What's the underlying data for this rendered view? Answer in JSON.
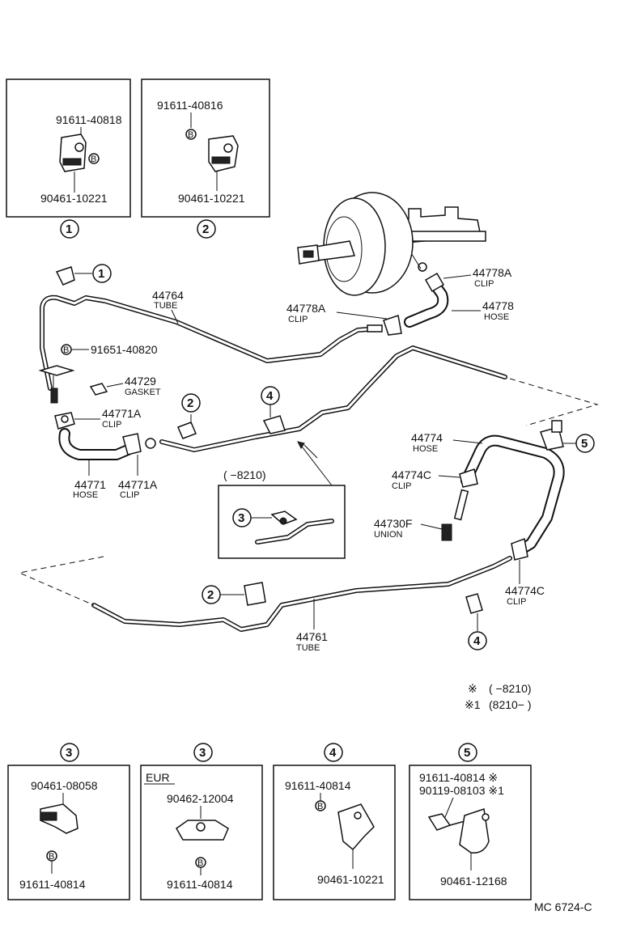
{
  "inset_1": {
    "part_a": "91611-40818",
    "part_b": "90461-10221",
    "badge": "B",
    "ref": "1"
  },
  "inset_2": {
    "part_a": "91611-40816",
    "part_b": "90461-10221",
    "badge": "B",
    "ref": "2"
  },
  "main": {
    "ref1": "1",
    "ref2": "2",
    "ref2b": "2",
    "ref3": "3",
    "ref4": "4",
    "ref4b": "4",
    "ref5": "5",
    "badge_b": "B",
    "tube_44764": {
      "number": "44764",
      "name": "TUBE"
    },
    "bolt_91651": "91651-40820",
    "gasket_44729": {
      "number": "44729",
      "name": "GASKET"
    },
    "clip_44771A_upper": {
      "number": "44771A",
      "name": "CLIP"
    },
    "hose_44771": {
      "number": "44771",
      "name": "HOSE"
    },
    "clip_44771A_lower": {
      "number": "44771A",
      "name": "CLIP"
    },
    "clip_44778A_right": {
      "number": "44778A",
      "name": "CLIP"
    },
    "clip_44778A_left": {
      "number": "44778A",
      "name": "CLIP"
    },
    "hose_44778": {
      "number": "44778",
      "name": "HOSE"
    },
    "hose_44774": {
      "number": "44774",
      "name": "HOSE"
    },
    "clip_44774C_upper": {
      "number": "44774C",
      "name": "CLIP"
    },
    "union_44730F": {
      "number": "44730F",
      "name": "UNION"
    },
    "clip_44774C_lower": {
      "number": "44774C",
      "name": "CLIP"
    },
    "tube_44761": {
      "number": "44761",
      "name": "TUBE"
    },
    "variant_box_label": "(     −8210)"
  },
  "legend": {
    "mark1_symbol": "※",
    "mark1_text": "(     −8210)",
    "mark2_symbol": "※1",
    "mark2_text": "(8210−       )"
  },
  "bottom_insets": [
    {
      "ref": "3",
      "tag": "",
      "part_a": "90461-08058",
      "part_b": "91611-40814",
      "badge": "B"
    },
    {
      "ref": "3",
      "tag": "EUR",
      "part_a": "90462-12004",
      "part_b": "91611-40814",
      "badge": "B"
    },
    {
      "ref": "4",
      "tag": "",
      "part_a": "91611-40814",
      "part_b": "90461-10221",
      "badge": "B"
    },
    {
      "ref": "5",
      "tag": "",
      "part_a": "91611-40814 ※",
      "part_b": "90119-08103 ※1",
      "part_c": "90461-12168"
    }
  ],
  "footer_code": "MC  6724-C"
}
